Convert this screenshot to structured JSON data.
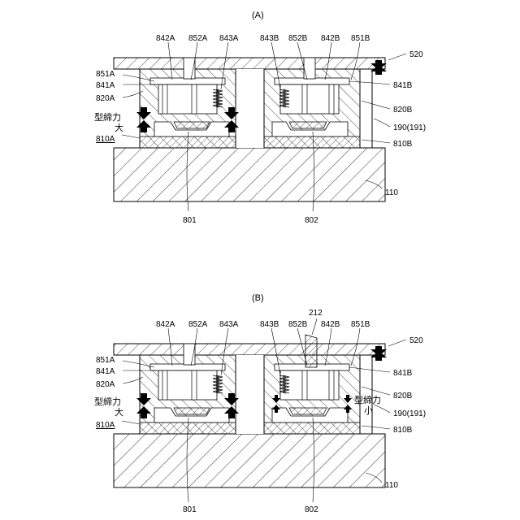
{
  "figures": [
    {
      "panel_label": "(A)",
      "callouts": {
        "ref_842A": "842A",
        "ref_852A": "852A",
        "ref_843A": "843A",
        "ref_843B": "843B",
        "ref_852B": "852B",
        "ref_842B": "842B",
        "ref_851B": "851B",
        "ref_520": "520",
        "ref_851A": "851A",
        "ref_841A": "841A",
        "ref_820A": "820A",
        "ref_810A": "810A",
        "ref_841B": "841B",
        "ref_820B": "820B",
        "ref_190": "190(191)",
        "ref_810B": "810B",
        "ref_110": "110",
        "ref_801": "801",
        "ref_802": "802"
      },
      "force_left": [
        "型締力",
        "大"
      ]
    },
    {
      "panel_label": "(B)",
      "callouts": {
        "ref_212": "212",
        "ref_842A": "842A",
        "ref_852A": "852A",
        "ref_843A": "843A",
        "ref_843B": "843B",
        "ref_852B": "852B",
        "ref_842B": "842B",
        "ref_851B": "851B",
        "ref_520": "520",
        "ref_851A": "851A",
        "ref_841A": "841A",
        "ref_820A": "820A",
        "ref_810A": "810A",
        "ref_841B": "841B",
        "ref_820B": "820B",
        "ref_190": "190(191)",
        "ref_810B": "810B",
        "ref_110": "110",
        "ref_801": "801",
        "ref_802": "802"
      },
      "force_left": [
        "型締力",
        "大"
      ],
      "force_right": [
        "型締力",
        "小"
      ]
    }
  ]
}
